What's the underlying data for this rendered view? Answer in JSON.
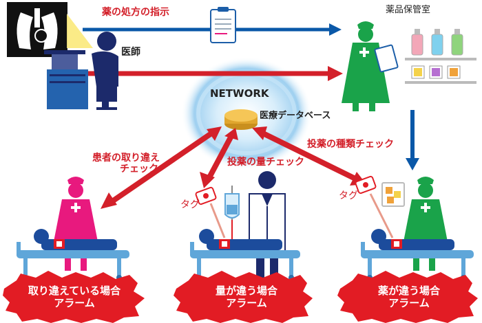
{
  "labels": {
    "prescription_instruction": "薬の処方の指示",
    "doctor": "医師",
    "pharmacy_storage": "薬品保管室",
    "network": "NETWORK",
    "medical_database": "医療データベース",
    "patient_check_line1": "患者の取り違え",
    "patient_check_line2": "チェック",
    "dose_check": "投薬の量チェック",
    "type_check": "投薬の種類チェック",
    "tag_left": "タグ",
    "tag_right": "タグ"
  },
  "alarms": [
    {
      "line1": "取り違えている場合",
      "line2": "アラーム"
    },
    {
      "line1": "量が違う場合",
      "line2": "アラーム"
    },
    {
      "line1": "薬が違う場合",
      "line2": "アラーム"
    }
  ],
  "colors": {
    "arrow_blue": "#0a58a8",
    "arrow_red": "#d3202a",
    "nurse_pink": "#e8197e",
    "nurse_green": "#1aa34a",
    "doctor_navy": "#1c2a6b",
    "bed_blue": "#5fa6d9",
    "alarm_red": "#e21c24",
    "glow_blue": "#9fd0f0",
    "database_gold": "#f0b73a"
  },
  "icons": [
    "xray-icon",
    "computer-icon",
    "clipboard-icon",
    "medicine-shelf-icon",
    "database-icon",
    "rfid-tag-icon",
    "iv-drip-icon",
    "medicine-box-icon"
  ]
}
